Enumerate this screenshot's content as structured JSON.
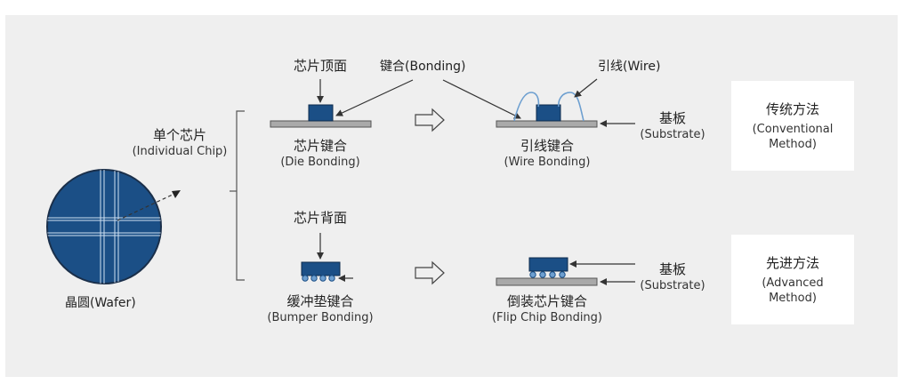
{
  "wafer": {
    "label": "晶圆(Wafer)"
  },
  "individual_chip": {
    "zh": "单个芯片",
    "en": "(Individual Chip)"
  },
  "chip_top": {
    "label": "芯片顶面"
  },
  "chip_back": {
    "label": "芯片背面"
  },
  "bonding_callout": {
    "label": "键合(Bonding)"
  },
  "wire_callout": {
    "label": "引线(Wire)"
  },
  "die_bonding": {
    "zh": "芯片键合",
    "en": "(Die Bonding)"
  },
  "wire_bonding": {
    "zh": "引线键合",
    "en": "(Wire Bonding)"
  },
  "bumper_bonding": {
    "zh": "缓冲垫键合",
    "en": "(Bumper Bonding)"
  },
  "flip_chip_bonding": {
    "zh": "倒装芯片键合",
    "en": "(Flip Chip Bonding)"
  },
  "substrate_top": {
    "zh": "基板",
    "en": "(Substrate)"
  },
  "substrate_bottom": {
    "zh": "基板",
    "en": "(Substrate)"
  },
  "conventional": {
    "zh": "传统方法",
    "en1": "(Conventional",
    "en2": "Method)"
  },
  "advanced": {
    "zh": "先进方法",
    "en1": "(Advanced",
    "en2": "Method)"
  },
  "colors": {
    "chip_blue": "#1b4f86",
    "substrate_gray": "#a9a9a9",
    "panel_bg": "#efefef",
    "bump_blue": "#6d9fd0"
  }
}
